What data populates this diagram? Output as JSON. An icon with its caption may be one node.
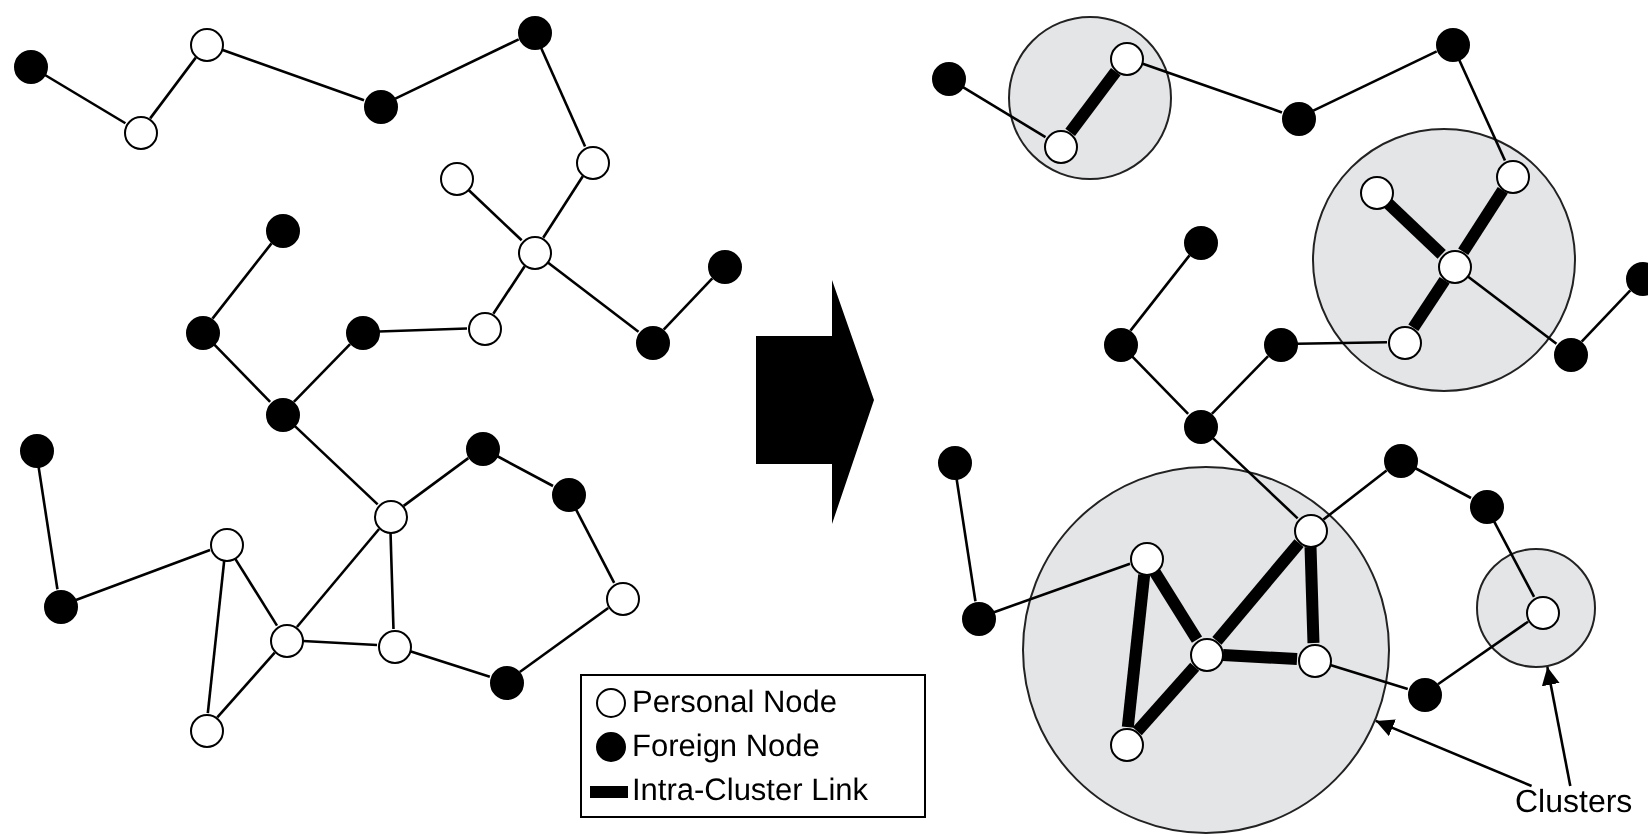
{
  "diagram": {
    "nodes": [
      {
        "text": [],
        "shape": "circle"
      },
      {
        "text": [],
        "shape": "circle"
      },
      {
        "text": [],
        "shape": "circle"
      },
      {
        "text": [],
        "shape": "circle"
      },
      {
        "text": [],
        "shape": "circle"
      },
      {
        "text": [],
        "shape": "circle"
      },
      {
        "text": [],
        "shape": "circle"
      },
      {
        "text": [],
        "shape": "circle"
      },
      {
        "text": [],
        "shape": "circle"
      },
      {
        "text": [],
        "shape": "circle"
      },
      {
        "text": [],
        "shape": "circle"
      },
      {
        "text": [],
        "shape": "circle"
      },
      {
        "text": [],
        "shape": "circle"
      },
      {
        "text": [],
        "shape": "circle"
      },
      {
        "text": [],
        "shape": "circle"
      },
      {
        "text": [],
        "shape": "circle"
      },
      {
        "text": [],
        "shape": "circle"
      },
      {
        "text": [],
        "shape": "circle"
      },
      {
        "text": [],
        "shape": "circle"
      },
      {
        "text": [],
        "shape": "circle"
      },
      {
        "text": [],
        "shape": "circle"
      },
      {
        "text": [],
        "shape": "circle"
      },
      {
        "text": [],
        "shape": "circle"
      },
      {
        "text": [],
        "shape": "circle"
      },
      {
        "text": [],
        "shape": "circle"
      },
      {
        "text": [],
        "shape": "circle"
      },
      {
        "text": [],
        "shape": "circle"
      },
      {
        "text": [],
        "shape": "circle"
      },
      {
        "text": [],
        "shape": "circle",
        "in": 27
      },
      {
        "text": [],
        "shape": "circle",
        "in": 27
      },
      {
        "text": [],
        "shape": "circle"
      },
      {
        "text": [],
        "shape": "circle"
      },
      {
        "text": [],
        "shape": "circle"
      },
      {
        "text": [],
        "shape": "circle",
        "in": 32
      },
      {
        "text": [],
        "shape": "circle",
        "in": 32
      },
      {
        "text": [],
        "shape": "circle",
        "in": 32
      },
      {
        "text": [],
        "shape": "circle"
      },
      {
        "text": [],
        "shape": "circle"
      },
      {
        "text": [],
        "shape": "circle",
        "in": 32
      },
      {
        "text": [],
        "shape": "circle"
      },
      {
        "text": [],
        "shape": "circle"
      },
      {
        "text": [],
        "shape": "circle"
      },
      {
        "text": [],
        "shape": "circle"
      },
      {
        "text": [],
        "shape": "circle"
      },
      {
        "text": [],
        "shape": "circle"
      },
      {
        "text": [],
        "shape": "circle"
      },
      {
        "text": [],
        "shape": "circle",
        "in": 45
      },
      {
        "text": [],
        "shape": "circle",
        "in": 45
      },
      {
        "text": [],
        "shape": "circle",
        "in": 45
      },
      {
        "text": [],
        "shape": "circle"
      },
      {
        "text": [],
        "shape": "circle"
      },
      {
        "text": [],
        "shape": "circle"
      },
      {
        "text": [],
        "shape": "circle",
        "in": 51
      },
      {
        "text": [],
        "shape": "circle",
        "in": 45
      },
      {
        "text": [],
        "shape": "circle"
      },
      {
        "text": [],
        "shape": "circle",
        "in": 45
      },
      {
        "text": [
          "Clusters"
        ]
      }
    ],
    "edges": [
      {
        "from": 0,
        "to": 1,
        "arrow": "none"
      },
      {
        "from": 1,
        "to": 2,
        "arrow": "none"
      },
      {
        "from": 2,
        "to": 3,
        "arrow": "none"
      },
      {
        "from": 3,
        "to": 4,
        "arrow": "none"
      },
      {
        "from": 4,
        "to": 5,
        "arrow": "none"
      },
      {
        "from": 5,
        "to": 7,
        "arrow": "none"
      },
      {
        "from": 6,
        "to": 7,
        "arrow": "none"
      },
      {
        "from": 7,
        "to": 9,
        "arrow": "none"
      },
      {
        "from": 9,
        "to": 8,
        "arrow": "none"
      },
      {
        "from": 7,
        "to": 10,
        "arrow": "none"
      },
      {
        "from": 10,
        "to": 11,
        "arrow": "none"
      },
      {
        "from": 12,
        "to": 13,
        "arrow": "none"
      },
      {
        "from": 13,
        "to": 14,
        "arrow": "none"
      },
      {
        "from": 14,
        "to": 11,
        "arrow": "none"
      },
      {
        "from": 14,
        "to": 19,
        "arrow": "none"
      },
      {
        "from": 15,
        "to": 16,
        "arrow": "none"
      },
      {
        "from": 16,
        "to": 17,
        "arrow": "none"
      },
      {
        "from": 17,
        "to": 18,
        "arrow": "none"
      },
      {
        "from": 17,
        "to": 25,
        "arrow": "none"
      },
      {
        "from": 25,
        "to": 18,
        "arrow": "none"
      },
      {
        "from": 18,
        "to": 19,
        "arrow": "none"
      },
      {
        "from": 18,
        "to": 23,
        "arrow": "none"
      },
      {
        "from": 19,
        "to": 23,
        "arrow": "none"
      },
      {
        "from": 19,
        "to": 20,
        "arrow": "none"
      },
      {
        "from": 20,
        "to": 21,
        "arrow": "none"
      },
      {
        "from": 21,
        "to": 22,
        "arrow": "none"
      },
      {
        "from": 22,
        "to": 24,
        "arrow": "none"
      },
      {
        "from": 24,
        "to": 23,
        "arrow": "none"
      },
      {
        "from": 26,
        "to": 28,
        "arrow": "none"
      },
      {
        "from": 28,
        "to": 29,
        "arrow": "none",
        "style": "thick"
      },
      {
        "from": 29,
        "to": 30,
        "arrow": "none"
      },
      {
        "from": 30,
        "to": 31,
        "arrow": "none"
      },
      {
        "from": 31,
        "to": 33,
        "arrow": "none"
      },
      {
        "from": 33,
        "to": 35,
        "arrow": "none",
        "style": "thick"
      },
      {
        "from": 34,
        "to": 35,
        "arrow": "none",
        "style": "thick"
      },
      {
        "from": 35,
        "to": 37,
        "arrow": "none"
      },
      {
        "from": 37,
        "to": 36,
        "arrow": "none"
      },
      {
        "from": 35,
        "to": 38,
        "arrow": "none",
        "style": "thick"
      },
      {
        "from": 38,
        "to": 39,
        "arrow": "none"
      },
      {
        "from": 40,
        "to": 41,
        "arrow": "none"
      },
      {
        "from": 41,
        "to": 42,
        "arrow": "none"
      },
      {
        "from": 42,
        "to": 39,
        "arrow": "none"
      },
      {
        "from": 42,
        "to": 48,
        "arrow": "none"
      },
      {
        "from": 43,
        "to": 44,
        "arrow": "none"
      },
      {
        "from": 44,
        "to": 46,
        "arrow": "none"
      },
      {
        "from": 46,
        "to": 47,
        "arrow": "none",
        "style": "thick"
      },
      {
        "from": 46,
        "to": 55,
        "arrow": "none",
        "style": "thick"
      },
      {
        "from": 55,
        "to": 47,
        "arrow": "none",
        "style": "thick"
      },
      {
        "from": 47,
        "to": 48,
        "arrow": "none",
        "style": "thick"
      },
      {
        "from": 47,
        "to": 53,
        "arrow": "none",
        "style": "thick"
      },
      {
        "from": 48,
        "to": 53,
        "arrow": "none",
        "style": "thick"
      },
      {
        "from": 48,
        "to": 49,
        "arrow": "none"
      },
      {
        "from": 49,
        "to": 50,
        "arrow": "none"
      },
      {
        "from": 50,
        "to": 52,
        "arrow": "none"
      },
      {
        "from": 52,
        "to": 54,
        "arrow": "none"
      },
      {
        "from": 54,
        "to": 53,
        "arrow": "none"
      },
      {
        "from": 56,
        "to": 45,
        "arrow": "to"
      },
      {
        "from": 56,
        "to": 51,
        "arrow": "to"
      }
    ],
    "legend": [
      {
        "text": "Personal Node"
      },
      {
        "text": "Foreign Node"
      },
      {
        "text": "Intra-Cluster Link"
      }
    ]
  }
}
